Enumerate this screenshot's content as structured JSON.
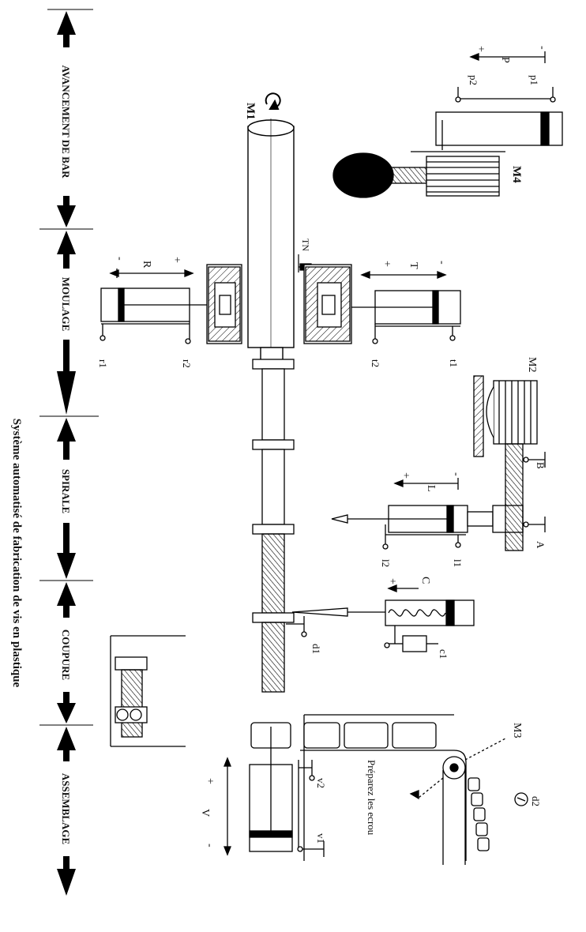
{
  "title": "Système automatisé de fabrication de vis en plastique",
  "stages": [
    "AVANCEMENT DE BAR",
    "MOULAGE",
    "SPIRALE",
    "COUPURE",
    "ASSEMBLAGE"
  ],
  "motors": {
    "m1": "M1",
    "m2": "M2",
    "m3": "M3",
    "m4": "M4"
  },
  "cylinders": {
    "P": {
      "name": "P",
      "plus": "+",
      "minus": "-",
      "s1": "p1",
      "s2": "p2"
    },
    "R": {
      "name": "R",
      "plus": "+",
      "minus": "-",
      "s1": "r1",
      "s2": "r2"
    },
    "T": {
      "name": "T",
      "plus": "+",
      "minus": "-",
      "s1": "t1",
      "s2": "t2"
    },
    "L": {
      "name": "L",
      "plus": "+",
      "minus": "-",
      "s1": "l1",
      "s2": "l2"
    },
    "C": {
      "name": "C",
      "plus": "+",
      "s1": "c1"
    },
    "V": {
      "name": "V",
      "plus": "+",
      "minus": "-",
      "s1": "v1",
      "s2": "v2"
    }
  },
  "sensors": {
    "A": "A",
    "B": "B",
    "d1": "d1",
    "d2": "d2",
    "tn": "TN"
  },
  "nut_text": "Préparez les ecrou"
}
